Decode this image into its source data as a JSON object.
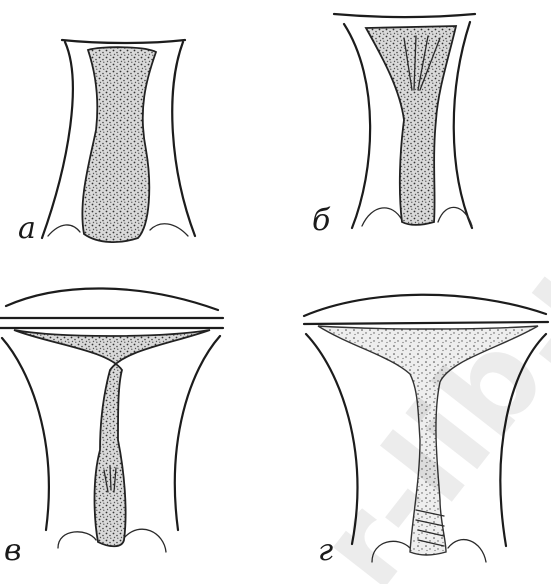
{
  "panels": [
    {
      "id": "a",
      "label": "а"
    },
    {
      "id": "b",
      "label": "б"
    },
    {
      "id": "v",
      "label": "в"
    },
    {
      "id": "g",
      "label": "г"
    }
  ],
  "watermark": {
    "text": "r-lib.ru"
  }
}
